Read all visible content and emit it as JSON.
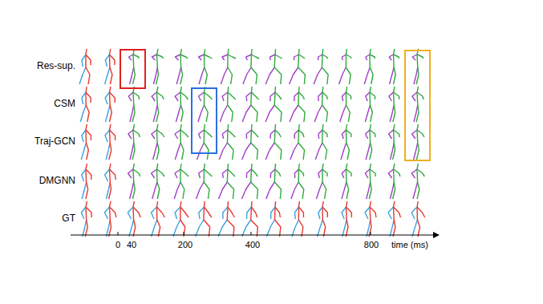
{
  "diagram": {
    "labels": [
      "Res-sup.",
      "CSM",
      "Traj-GCN",
      "DMGNN",
      "GT",
      "0",
      "40",
      "200",
      "400",
      "800",
      "time (ms)"
    ]
  }
}
